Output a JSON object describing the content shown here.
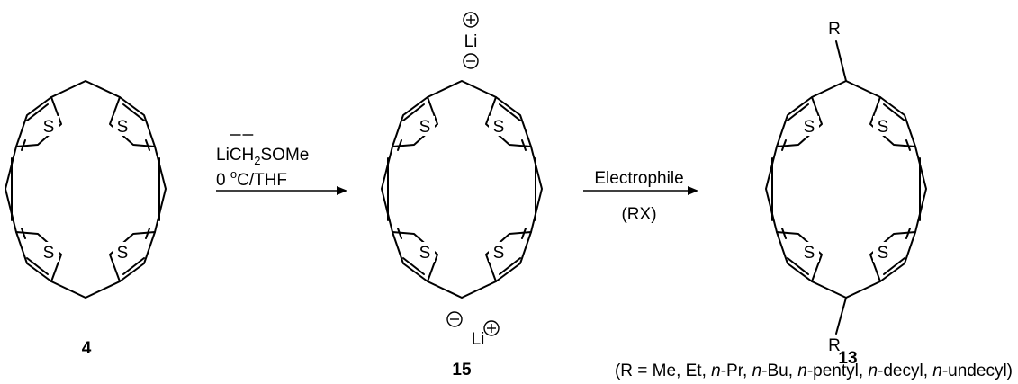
{
  "atom_S": "S",
  "atom_Li": "Li",
  "atom_R": "R",
  "reagent": {
    "line1_prefix": "Li",
    "line1_C": "C",
    "line1_H": "H",
    "line1_sub": "2",
    "line1_suffix": "SOMe",
    "line2_prefix": "0 ",
    "line2_sup": "o",
    "line2_suffix": "C/THF"
  },
  "step2": {
    "top": "Electrophile",
    "bottom": "(RX)"
  },
  "compounds": {
    "a": "4",
    "b": "15",
    "c": "13"
  },
  "footnote": {
    "p1": "(R = Me, Et, ",
    "n1": "n",
    "r1": "-Pr, ",
    "n2": "n",
    "r2": "-Bu, ",
    "n3": "n",
    "r3": "-pentyl, ",
    "n4": "n",
    "r4": "-decyl, ",
    "n5": "n",
    "r5": "-undecyl)"
  }
}
